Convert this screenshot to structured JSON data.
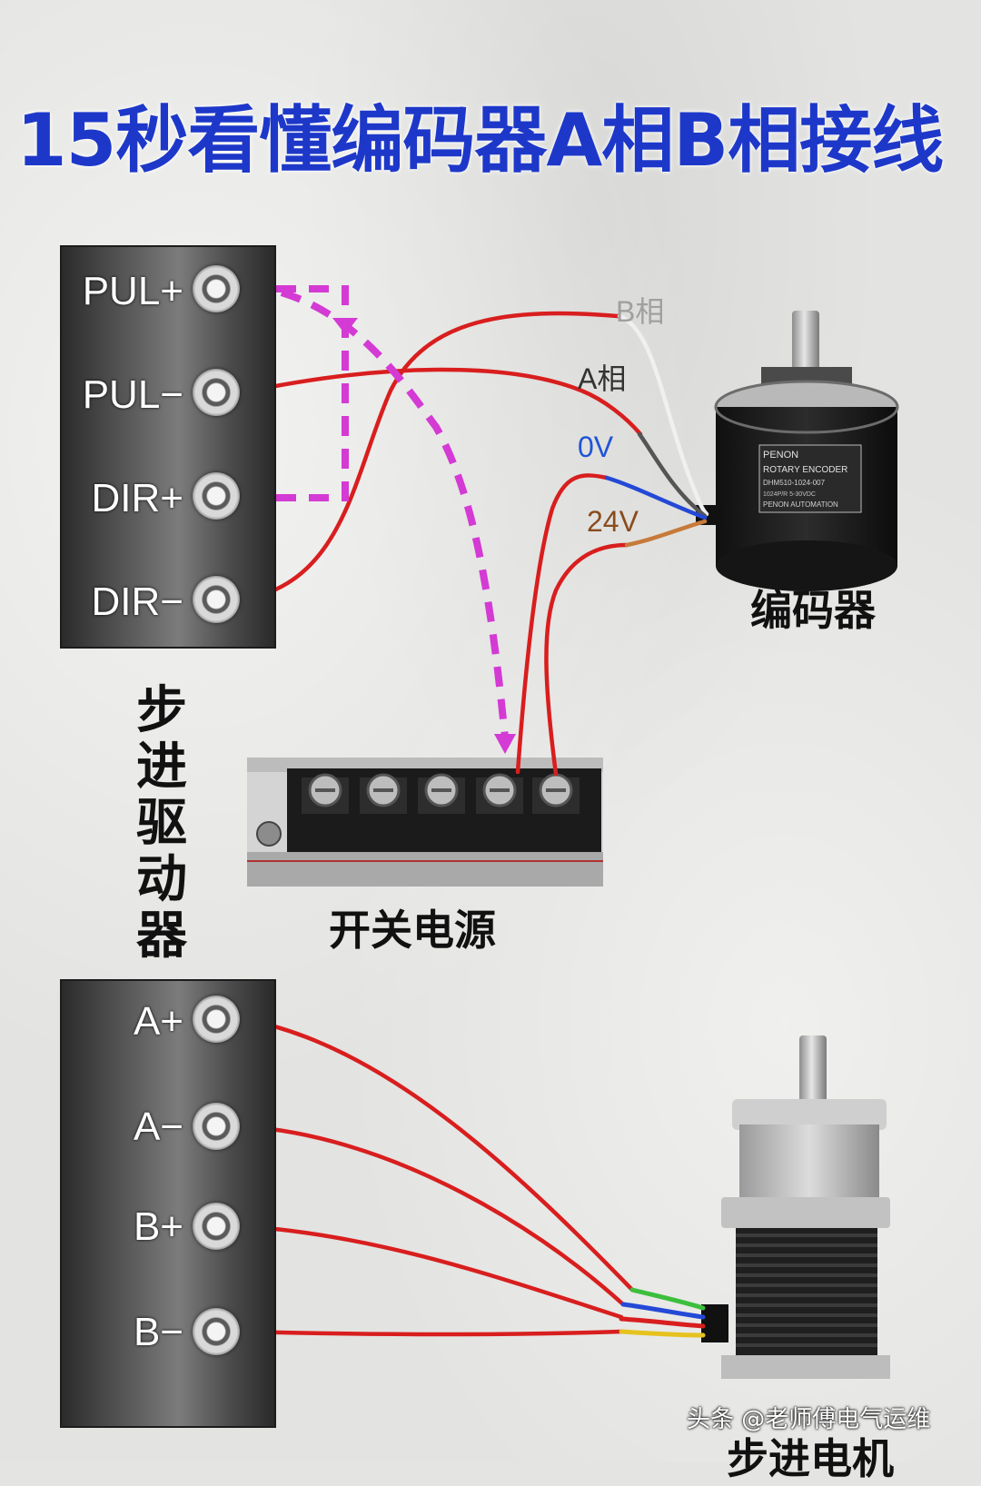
{
  "title": "15秒看懂编码器A相B相接线",
  "top_driver": {
    "pins": [
      "PUL+",
      "PUL−",
      "DIR+",
      "DIR−"
    ]
  },
  "driver_caption": "步进驱动器",
  "encoder": {
    "caption": "编码器",
    "wire_labels": {
      "b_phase": "B相",
      "a_phase": "A相",
      "zero_v": "0V",
      "v24": "24V"
    },
    "body_text": [
      "PENON",
      "ROTARY ENCODER",
      "DHM510-1024-007",
      "1024P/R    5-30VDC",
      "PENON AUTOMATION"
    ]
  },
  "power_supply": {
    "caption": "开关电源"
  },
  "bottom_driver": {
    "pins": [
      "A+",
      "A−",
      "B+",
      "B−"
    ]
  },
  "motor": {
    "caption": "步进电机"
  },
  "watermark": "头条 @老师傅电气运维",
  "colors": {
    "title": "#1d38c9",
    "wire_red": "#d81e1e",
    "dashed_magenta": "#d43ad4"
  }
}
